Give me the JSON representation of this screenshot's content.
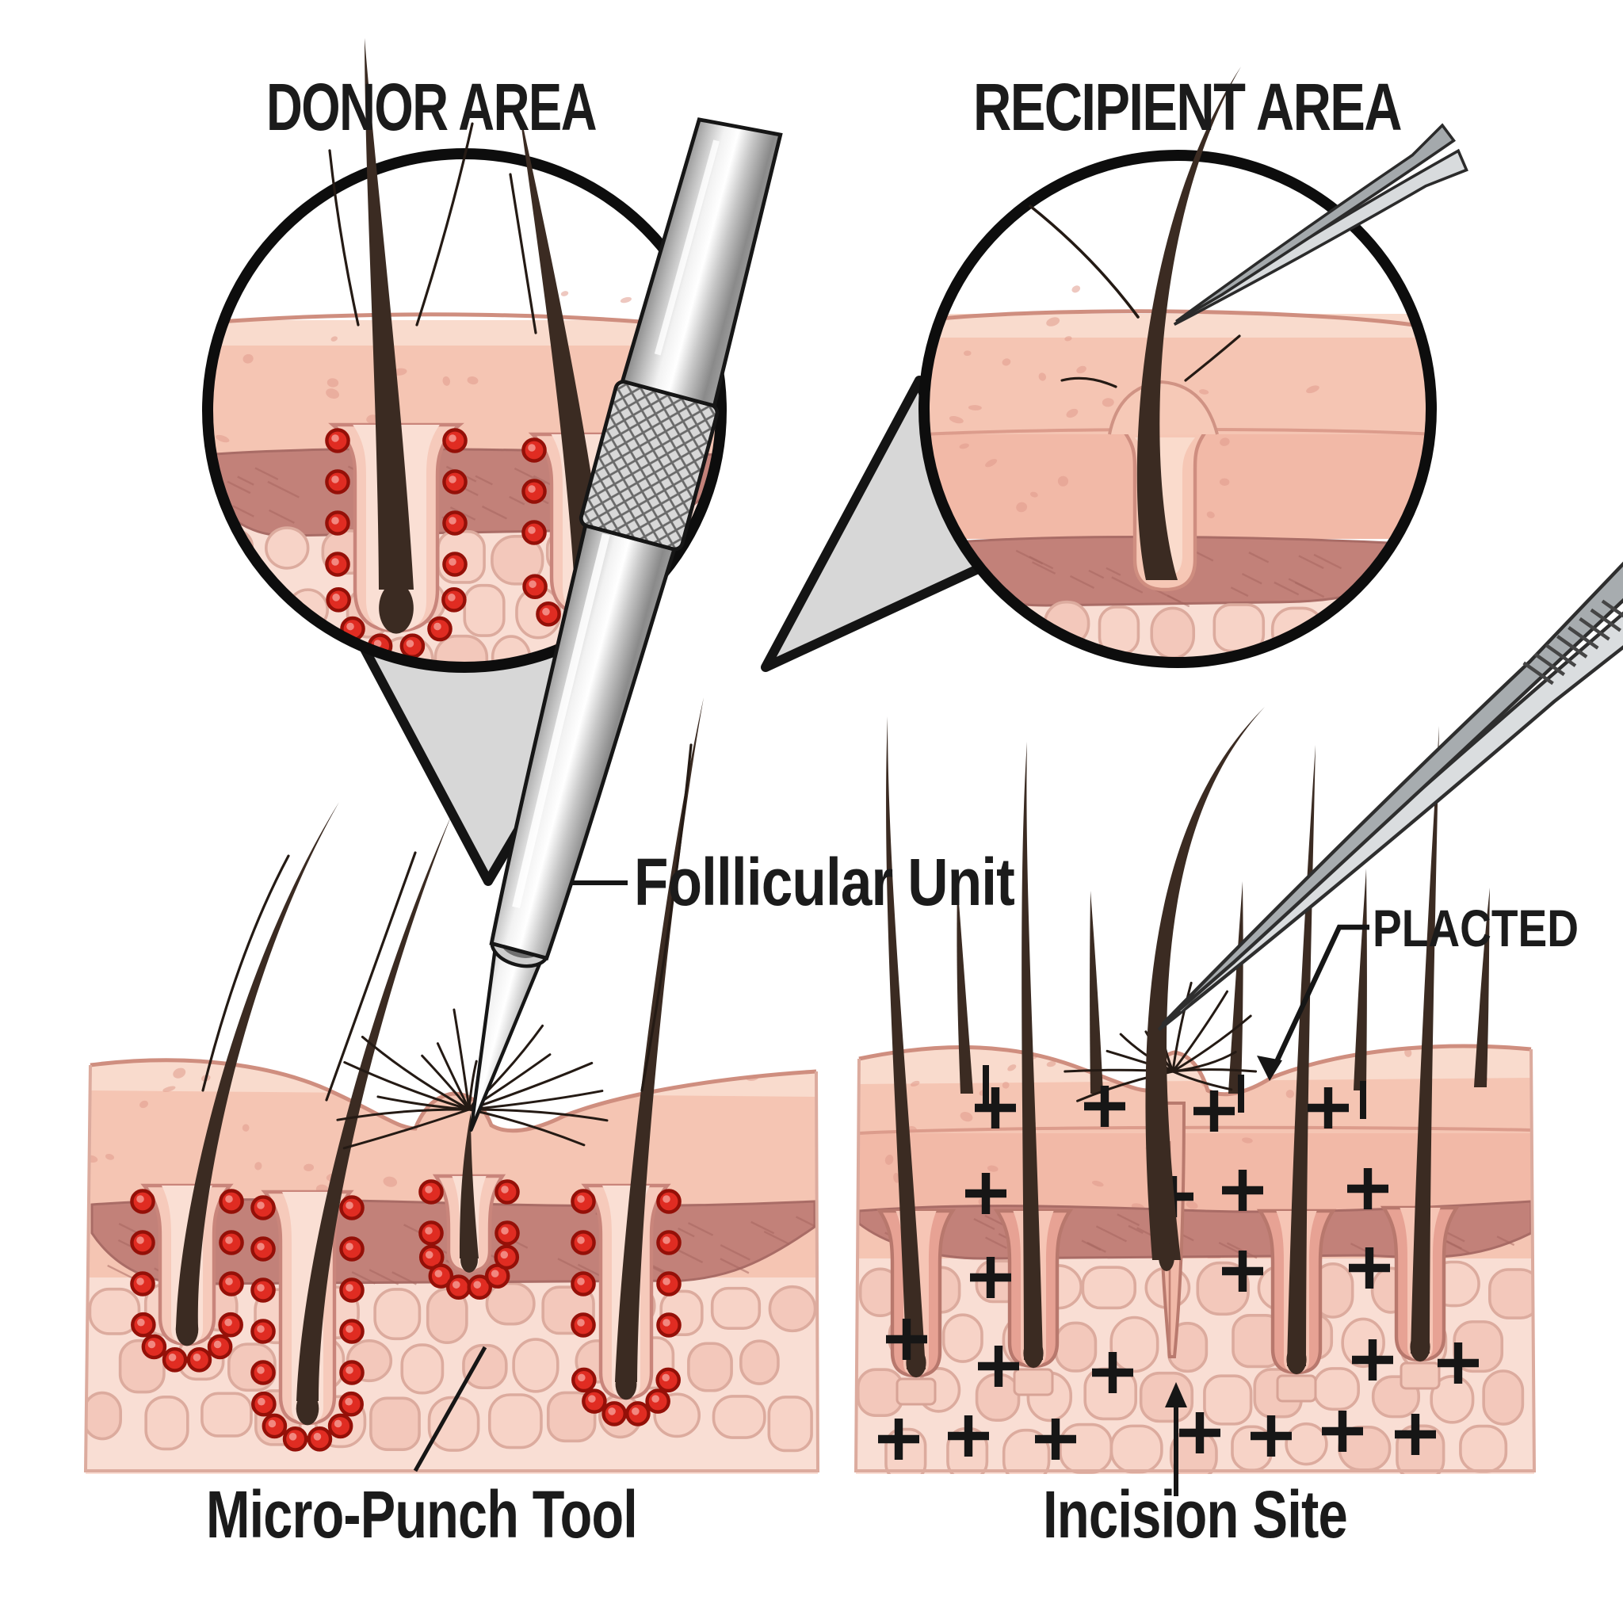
{
  "diagram": {
    "type": "medical-illustration",
    "subject": "hair transplant procedure (FUE)",
    "donor": {
      "title": "DONOR AREA",
      "labels": {
        "follicular_unit": "Folllicular Unit",
        "micro_punch_tool": "Micro-Punch Tool"
      }
    },
    "recipient": {
      "title": "RECIPIENT AREA",
      "labels": {
        "placted": "PLACTED",
        "incision_site": "Incision Site"
      }
    },
    "icons": {
      "micro_punch_tool": "hollow cylindrical punch instrument with knurled grip",
      "placement_forceps": "angled surgical tweezers holding a hair graft",
      "inset_forceps": "tweezers tip gripping implanted hair"
    },
    "colors": {
      "background": "#ffffff",
      "outline": "#141414",
      "text": "#1b1b1b",
      "skin_epidermis": "#f5c5b3",
      "skin_surface_highlight": "#f9dbcd",
      "skin_upper_dermis": "#f2b9a7",
      "skin_dermis_band": "#c28179",
      "skin_subcutis": "#f9ded4",
      "fat_cell_outline": "#dcab9e",
      "follicle_sheath": "#f6cabb",
      "hair": "#3b2b22",
      "blood_dot": "#e02c22",
      "blood_dot_ring": "#941008",
      "metal_highlight": "#f7f7f7",
      "metal_shadow": "#7d7d7d",
      "callout_gray": "#d7d7d7"
    }
  }
}
